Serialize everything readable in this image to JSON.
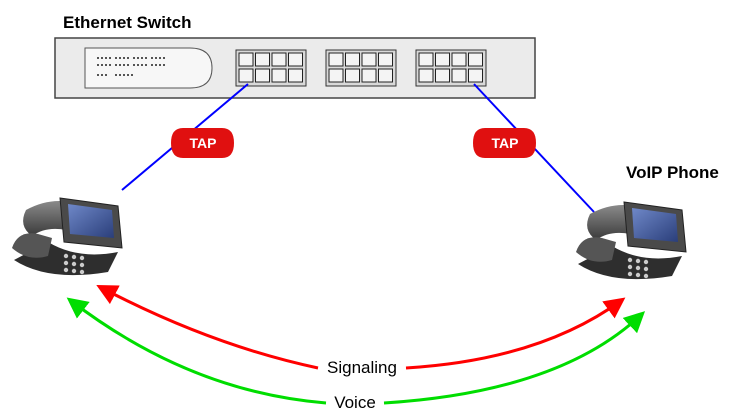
{
  "switch": {
    "label": "Ethernet Switch"
  },
  "phone": {
    "label": "VoIP Phone"
  },
  "taps": [
    {
      "label": "TAP"
    },
    {
      "label": "TAP"
    }
  ],
  "flows": {
    "signaling": {
      "label": "Signaling",
      "color": "#ff0000"
    },
    "voice": {
      "label": "Voice",
      "color": "#00dd00"
    }
  },
  "link_color": "#0000ff",
  "tap_color": "#e01010"
}
